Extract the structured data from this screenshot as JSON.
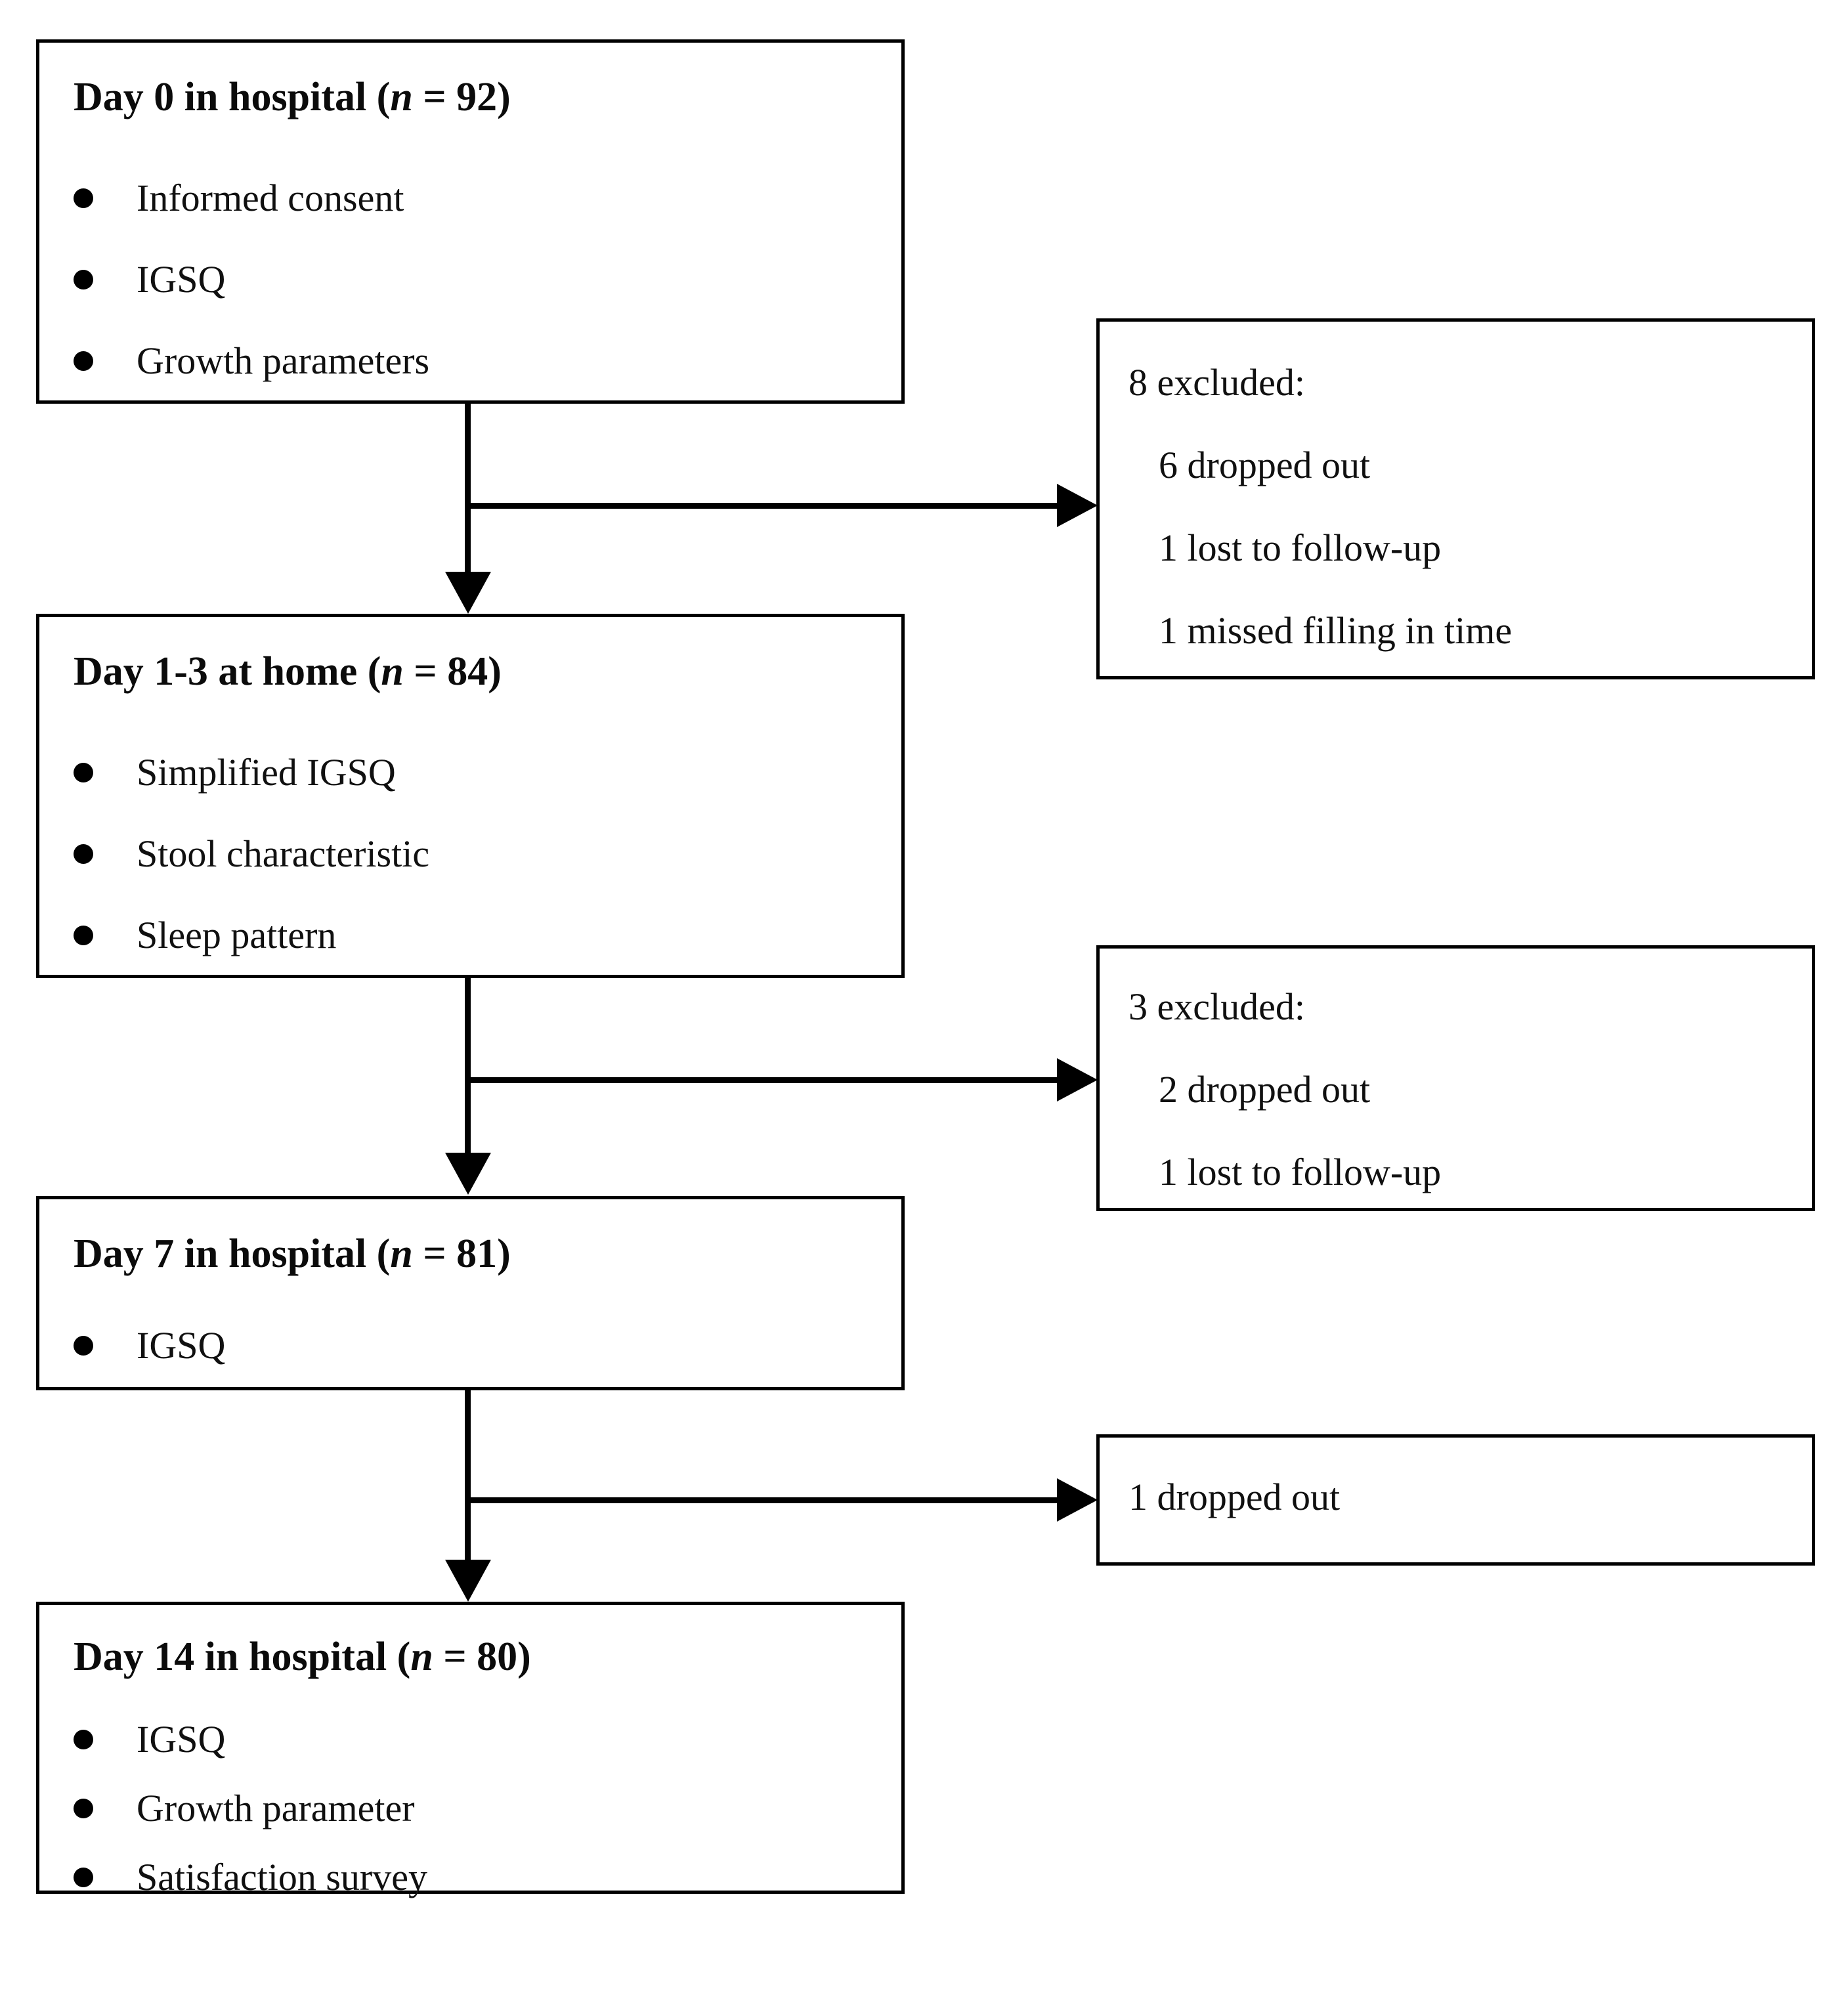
{
  "diagram": {
    "title": "Study participant flow diagram",
    "type": "flowchart",
    "colors": {
      "stroke": "#000000",
      "background": "#ffffff",
      "text": "#101010"
    },
    "stages": [
      {
        "id": "day0",
        "title_prefix": "Day 0 in hospital (",
        "title_nvar": "n",
        "title_suffix": " = 92)",
        "n": 92,
        "items": [
          "Informed consent",
          "IGSQ",
          "Growth parameters"
        ]
      },
      {
        "id": "day1-3",
        "title_prefix": "Day 1-3 at home (",
        "title_nvar": "n",
        "title_suffix": " = 84)",
        "n": 84,
        "items": [
          "Simplified IGSQ",
          "Stool characteristic",
          "Sleep pattern"
        ]
      },
      {
        "id": "day7",
        "title_prefix": "Day 7 in hospital (",
        "title_nvar": "n",
        "title_suffix": " = 81)",
        "n": 81,
        "items": [
          "IGSQ"
        ]
      },
      {
        "id": "day14",
        "title_prefix": "Day 14 in hospital (",
        "title_nvar": "n",
        "title_suffix": " = 80)",
        "n": 80,
        "items": [
          "IGSQ",
          "Growth parameter",
          "Satisfaction survey"
        ]
      }
    ],
    "exclusions": [
      {
        "id": "excl1",
        "header": "8 excluded:",
        "total": 8,
        "reasons": [
          "6 dropped out",
          "1 lost to follow-up",
          "1 missed filling in time"
        ]
      },
      {
        "id": "excl2",
        "header": "3 excluded:",
        "total": 3,
        "reasons": [
          "2 dropped out",
          "1 lost to follow-up"
        ]
      },
      {
        "id": "excl3",
        "header": "1 dropped out",
        "total": 1,
        "reasons": []
      }
    ]
  }
}
